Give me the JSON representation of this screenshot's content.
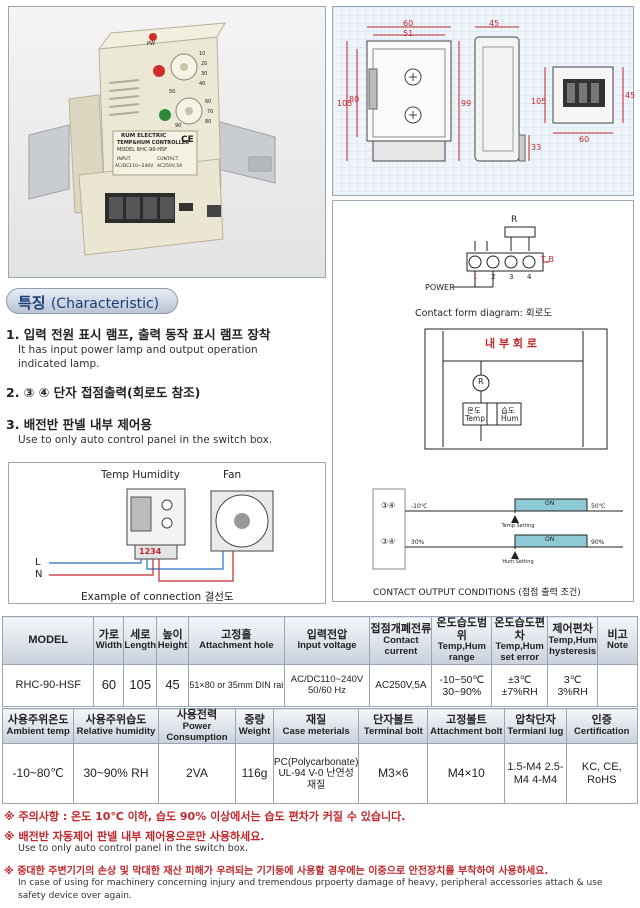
{
  "photo": {
    "lamp_label": "PW",
    "brand": "RUM ELECTRIC",
    "product": "TEMP&HUM CONTROLLER",
    "model": "MODEL  RHC-90-HSF",
    "ce": "CE",
    "dial_marks": [
      "10",
      "20",
      "30",
      "40",
      "50",
      "60",
      "70",
      "80",
      "90"
    ],
    "input_label": "INPUT",
    "contact_label": "CONTACT",
    "input_value": "AC/DC110~240V",
    "contact_value": "AC250V,5A"
  },
  "dimensions": {
    "front_width": "60",
    "front_inner": "51",
    "side_width": "45",
    "heights": [
      "105",
      "80",
      "99"
    ],
    "side_height": "105",
    "bottom": "33",
    "top_view_width": "60",
    "top_view_height": "45"
  },
  "characteristic": {
    "title_kr": "특징",
    "title_en": "(Characteristic)",
    "items": [
      {
        "kr": "1. 입력 전원 표시 램프, 출력 동작 표시 램프 장착",
        "en": [
          "It has input power lamp and output operation",
          "indicated lamp."
        ]
      },
      {
        "kr": "2. ③ ④ 단자 접점출력(회로도 참조)",
        "en": []
      },
      {
        "kr": "3. 배전반 판넬 내부 제어용",
        "en": [
          "Use to only auto control panel in the switch box."
        ]
      }
    ]
  },
  "example": {
    "temp_humidity": "Temp Humidity",
    "fan": "Fan",
    "terminals": "1234",
    "line_l": "L",
    "line_n": "N",
    "caption": "Example of connection 결선도"
  },
  "circuit": {
    "r": "R",
    "tb": "T,B",
    "terminals": [
      "1",
      "2",
      "3",
      "4"
    ],
    "power": "POWER",
    "contact_form": "Contact form diagram: 회로도",
    "internal_title": "내 부 회 로",
    "temp_kr": "온도",
    "temp_en": "Temp",
    "hum_kr": "습도",
    "hum_en": "Hum",
    "out1_label": "③④",
    "out2_label": "③④",
    "temp_low": "-10℃",
    "temp_high": "50℃",
    "hum_low": "30%",
    "hum_high": "90%",
    "on": "ON",
    "temp_setting": "Temp Setting",
    "hum_setting": "Hum Setting",
    "conditions": "CONTACT OUTPUT CONDITIONS (접점 출력 조건)"
  },
  "spec1": {
    "headers": [
      {
        "kr": "MODEL",
        "en": ""
      },
      {
        "kr": "가로",
        "en": "Width"
      },
      {
        "kr": "세로",
        "en": "Length"
      },
      {
        "kr": "높이",
        "en": "Height"
      },
      {
        "kr": "고정홀",
        "en": "Attachment hole"
      },
      {
        "kr": "입력전압",
        "en": "Input voltage"
      },
      {
        "kr": "접점개폐전류",
        "en": "Contact current"
      },
      {
        "kr": "온도습도범위",
        "en": "Temp,Hum range"
      },
      {
        "kr": "온도습도편차",
        "en": "Temp,Hum set error"
      },
      {
        "kr": "제어편차",
        "en": "Temp,Hum hysteresis"
      },
      {
        "kr": "비고",
        "en": "Note"
      }
    ],
    "row": [
      "RHC-90-HSF",
      "60",
      "105",
      "45",
      "51×80 or 35mm DIN rai",
      "AC/DC110~240V 50/60 Hz",
      "AC250V,5A",
      "-10~50℃ 30~90%",
      "±3℃ ±7%RH",
      "3℃ 3%RH",
      ""
    ]
  },
  "spec2": {
    "headers": [
      {
        "kr": "사용주위온도",
        "en": "Ambient temp"
      },
      {
        "kr": "사용주위습도",
        "en": "Relative humidity"
      },
      {
        "kr": "사용전력",
        "en": "Power Consumption"
      },
      {
        "kr": "중량",
        "en": "Weight"
      },
      {
        "kr": "재질",
        "en": "Case meterials"
      },
      {
        "kr": "단자볼트",
        "en": "Terminal bolt"
      },
      {
        "kr": "고정볼트",
        "en": "Attachment bolt"
      },
      {
        "kr": "압착단자",
        "en": "Termianl lug"
      },
      {
        "kr": "인증",
        "en": "Certification"
      }
    ],
    "row": [
      "-10~80℃",
      "30~90% RH",
      "2VA",
      "116g",
      "PC(Polycarbonate) UL-94 V-0 난연성 재질",
      "M3×6",
      "M4×10",
      "1.5-M4 2.5-M4 4-M4",
      "KC, CE, RoHS"
    ]
  },
  "notes": {
    "n1": "※ 주의사항 : 온도 10℃ 이하, 습도 90% 이상에서는 습도 편차가 커질 수 있습니다.",
    "n2": "※ 배전반 자동제어 판넬 내부 제어용으로만 사용하세요.",
    "n2_en": "Use to only auto control panel in the switch box.",
    "n3": "※ 중대한 주변기기의 손상 및 막대한 재산 피해가 우려되는 기기등에 사용할 경우에는 이중으로 안전장치를 부착하여 사용하세요.",
    "n3_en1": "In case of using for machinery concerning injury and tremendous prpoerty damage of heavy, peripheral accessories attach & use",
    "n3_en2": "safety device over again."
  },
  "colors": {
    "accent": "#1a3d7a",
    "dimension": "#c0282c",
    "warning": "#c0282c",
    "on_fill": "#8ec9d6"
  }
}
